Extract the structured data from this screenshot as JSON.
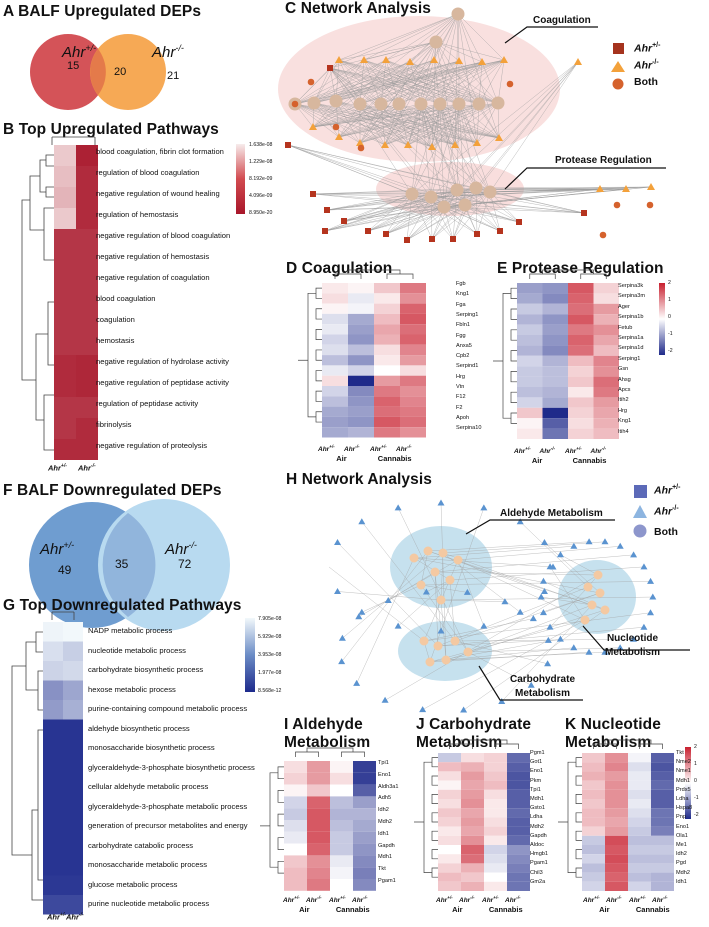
{
  "colors": {
    "up_dark": "#a8162a",
    "up_mid": "#d43a3f",
    "up_light": "#f2d6d6",
    "down_dark": "#1d2a8c",
    "down_mid": "#7fa2cf",
    "down_light": "#e6f1f8",
    "venn_left_up": "#d24a4f",
    "venn_right_up": "#f5a246",
    "venn_left_down": "#6f9dd0",
    "venn_right_down": "#b8daf0",
    "coag_node": "#d7b79e",
    "ahr_het_up": "#b5341e",
    "ahr_ko_up": "#f3a13b",
    "both_up": "#d5622d",
    "ahr_het_down": "#5c6ab8",
    "ahr_ko_down": "#8db5e0",
    "both_down": "#8d96cc"
  },
  "panelA": {
    "title": "A BALF Upregulated DEPs",
    "left_label": "Ahr",
    "left_sup": "+/-",
    "right_label": "Ahr",
    "right_sup": "-/-",
    "left_count": "15",
    "overlap_count": "20",
    "right_count": "21"
  },
  "panelB": {
    "title": "B Top Upregulated Pathways",
    "pathways": [
      "blood coagulation, fibrin clot formation",
      "regulation of blood coagulation",
      "negative regulation of wound healing",
      "regulation of hemostasis",
      "negative regulation of blood coagulation",
      "negative regulation of hemostasis",
      "negative regulation of coagulation",
      "blood coagulation",
      "coagulation",
      "hemostasis",
      "negative regulation of hydrolase activity",
      "negative regulation of peptidase activity",
      "regulation of peptidase activity",
      "fibrinolysis",
      "negative regulation of proteolysis"
    ],
    "legend": [
      "1.638e-08",
      "1.229e-08",
      "8.192e-09",
      "4.096e-09",
      "8.950e-20"
    ],
    "x_labels": [
      "Ahr",
      "Ahr"
    ],
    "x_sups": [
      "+/-",
      "-/-"
    ]
  },
  "panelC": {
    "title": "C Network Analysis",
    "cluster1": "Coagulation",
    "cluster2": "Protease Regulation",
    "legend": [
      {
        "label": "Ahr",
        "sup": "+/-",
        "shape": "square"
      },
      {
        "label": "Ahr",
        "sup": "-/-",
        "shape": "triangle"
      },
      {
        "label": "Both",
        "sup": "",
        "shape": "circle"
      }
    ]
  },
  "panelD": {
    "title": "D Coagulation",
    "genes": [
      "Fgb",
      "Kng1",
      "Fga",
      "Serping1",
      "Fbln1",
      "Fgg",
      "Anxa5",
      "Cpb2",
      "Serpind1",
      "Hrg",
      "Vtn",
      "F12",
      "F2",
      "Apoh",
      "Serpina10"
    ],
    "x_labels": [
      "Ahr",
      "Ahr",
      "Ahr",
      "Ahr"
    ],
    "x_sups": [
      "+/-",
      "-/-",
      "+/-",
      "-/-"
    ],
    "groups": [
      "Air",
      "Cannabis"
    ]
  },
  "panelE": {
    "title": "E Protease Regulation",
    "genes": [
      "Serpina3k",
      "Serpina3m",
      "Ager",
      "Serpina1b",
      "Fetub",
      "Serpina1a",
      "Serpina1d",
      "Serping1",
      "Gsn",
      "Ahsg",
      "Apcs",
      "Itih2",
      "Hrg",
      "Kng1",
      "Itih4"
    ],
    "legend": [
      "2",
      "1",
      "0",
      "-1",
      "-2"
    ],
    "x_labels": [
      "Ahr",
      "Ahr",
      "Ahr",
      "Ahr"
    ],
    "x_sups": [
      "+/-",
      "-/-",
      "+/-",
      "-/-"
    ],
    "groups": [
      "Air",
      "Cannabis"
    ]
  },
  "panelF": {
    "title": "F BALF Downregulated DEPs",
    "left_label": "Ahr",
    "left_sup": "+/-",
    "right_label": "Ahr",
    "right_sup": "-/-",
    "left_count": "49",
    "overlap_count": "35",
    "right_count": "72"
  },
  "panelG": {
    "title": "G Top Downregulated Pathways",
    "pathways": [
      "NADP metabolic process",
      "nucleotide metabolic process",
      "carbohydrate biosynthetic process",
      "hexose metabolic process",
      "purine-containing compound metabolic process",
      "aldehyde biosynthetic process",
      "monosaccharide biosynthetic process",
      "glyceraldehyde-3-phosphate biosynthetic process",
      "cellular aldehyde metabolic process",
      "glyceraldehyde-3-phosphate metabolic process",
      "generation of precursor metabolites and energy",
      "carbohydrate catabolic process",
      "monosaccharide metabolic process",
      "glucose metabolic process",
      "purine nucleotide metabolic process"
    ],
    "legend": [
      "7.905e-08",
      "5.929e-08",
      "3.953e-08",
      "1.977e-08",
      "8.568e-12"
    ],
    "x_labels": [
      "Ahr",
      "Ahr"
    ],
    "x_sups": [
      "+/-",
      "-/-"
    ]
  },
  "panelH": {
    "title": "H Network Analysis",
    "cluster1": "Aldehyde Metabolism",
    "cluster2": "Nucleotide",
    "cluster2b": "Metabolism",
    "cluster3": "Carbohydrate",
    "cluster3b": "Metabolism",
    "legend": [
      {
        "label": "Ahr",
        "sup": "+/-",
        "shape": "square"
      },
      {
        "label": "Ahr",
        "sup": "-/-",
        "shape": "triangle"
      },
      {
        "label": "Both",
        "sup": "",
        "shape": "circle"
      }
    ]
  },
  "panelI": {
    "title1": "I Aldehyde",
    "title2": "Metabolism",
    "genes": [
      "Tpi1",
      "Eno1",
      "Aldh3a1",
      "Adh5",
      "Idh2",
      "Mdh2",
      "Idh1",
      "Gapdh",
      "Mdh1",
      "Tkt",
      "Pgam1"
    ],
    "x_labels": [
      "Ahr",
      "Ahr",
      "Ahr",
      "Ahr"
    ],
    "x_sups": [
      "+/-",
      "-/-",
      "+/-",
      "-/-"
    ],
    "groups": [
      "Air",
      "Cannabis"
    ]
  },
  "panelJ": {
    "title1": "J Carbohydrate",
    "title2": "Metabolism",
    "genes": [
      "Pgm1",
      "Got1",
      "Eno1",
      "Pkm",
      "Tpi1",
      "Mdh1",
      "Gsto1",
      "Ldha",
      "Mdh2",
      "Gapdh",
      "Aldoc",
      "Hmgb1",
      "Pgam1",
      "Chil3",
      "Gm2a"
    ],
    "x_labels": [
      "Ahr",
      "Ahr",
      "Ahr",
      "Ahr"
    ],
    "x_sups": [
      "+/-",
      "-/-",
      "+/-",
      "-/-"
    ],
    "groups": [
      "Air",
      "Cannabis"
    ]
  },
  "panelK": {
    "title1": "K Nucleotide",
    "title2": "Metabolism",
    "genes": [
      "Tkt",
      "Nme2",
      "Nme1",
      "Mdh1",
      "Prdx5",
      "Ldha",
      "Hspa8",
      "Pnp",
      "Eno1",
      "Ola1",
      "Me1",
      "Idh2",
      "Pgd",
      "Mdh2",
      "Idh1"
    ],
    "legend": [
      "2",
      "1",
      "0",
      "-1",
      "-2"
    ],
    "x_labels": [
      "Ahr",
      "Ahr",
      "Ahr",
      "Ahr"
    ],
    "x_sups": [
      "+/-",
      "-/-",
      "+/-",
      "-/-"
    ],
    "groups": [
      "Air",
      "Cannabis"
    ]
  }
}
